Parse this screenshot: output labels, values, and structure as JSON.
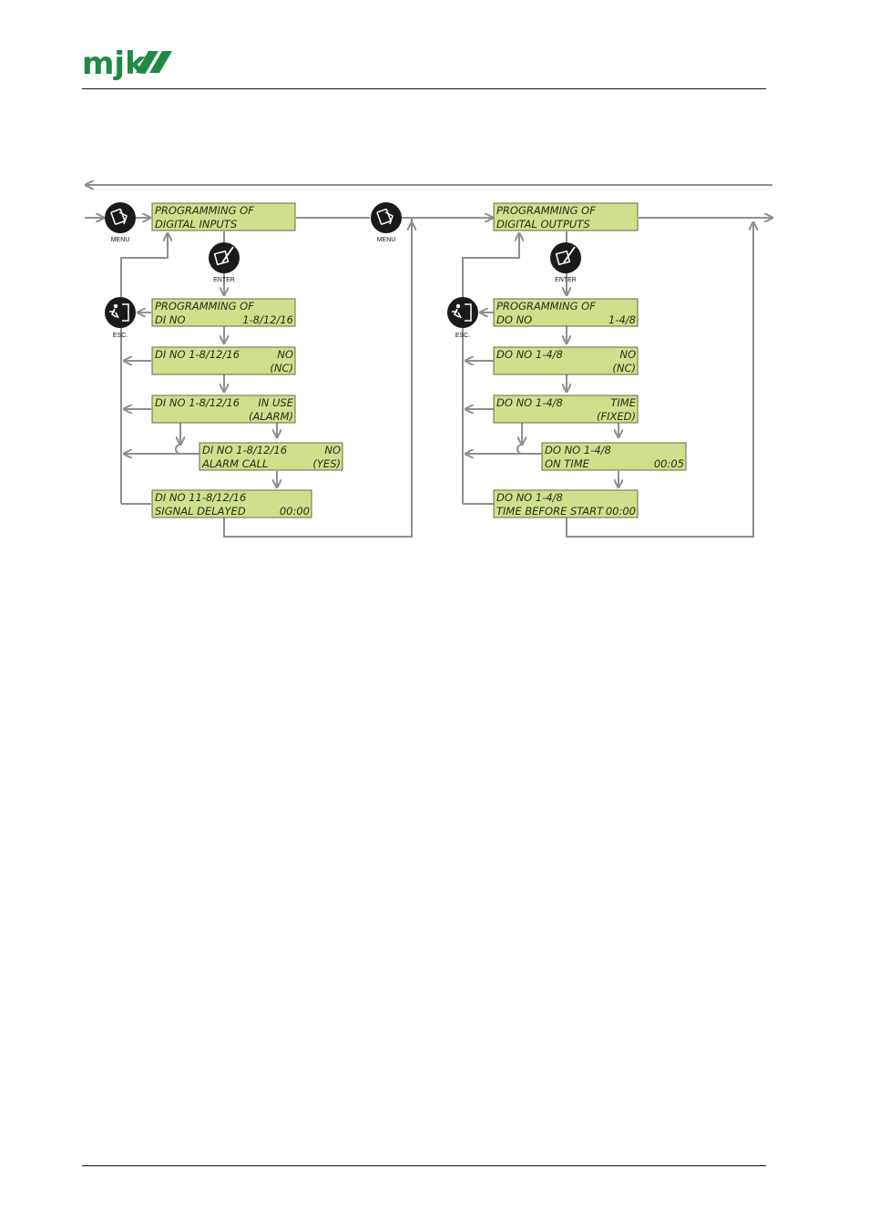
{
  "brand": {
    "logo_text": "mjk"
  },
  "colors": {
    "lcd_fill": "#cfe08c",
    "lcd_border": "#6a6a44",
    "arrow": "#8f8f8f",
    "icon": "#1a1a1a",
    "logo": "#1e8a44"
  },
  "buttons": {
    "menu": "MENU",
    "enter": "ENTER",
    "esc": "ESC."
  },
  "inputs_flow": {
    "screen1": {
      "line1": "PROGRAMMING OF",
      "line2": "DIGITAL INPUTS"
    },
    "screen2": {
      "line1": "PROGRAMMING OF",
      "line2_left": "DI NO",
      "line2_right": "1-8/12/16"
    },
    "screen3": {
      "line1_left": "DI NO 1-8/12/16",
      "line1_right": "NO",
      "line2_right": "(NC)"
    },
    "screen4": {
      "line1_left": "DI NO 1-8/12/16",
      "line1_right": "IN USE",
      "line2_right": "(ALARM)"
    },
    "screen5": {
      "line1_left": "DI NO 1-8/12/16",
      "line1_right": "NO",
      "line2_left": "ALARM CALL",
      "line2_right": "(YES)"
    },
    "screen6": {
      "line1_left": "DI NO 11-8/12/16",
      "line2_left": "SIGNAL DELAYED",
      "line2_right": "00:00"
    }
  },
  "outputs_flow": {
    "screen1": {
      "line1": "PROGRAMMING OF",
      "line2": "DIGITAL OUTPUTS"
    },
    "screen2": {
      "line1": "PROGRAMMING OF",
      "line2_left": "DO NO",
      "line2_right": "1-4/8"
    },
    "screen3": {
      "line1_left": "DO NO 1-4/8",
      "line1_right": "NO",
      "line2_right": "(NC)"
    },
    "screen4": {
      "line1_left": "DO NO 1-4/8",
      "line1_right": "TIME",
      "line2_right": "(FIXED)"
    },
    "screen5": {
      "line1_left": "DO NO 1-4/8",
      "line2_left": "ON TIME",
      "line2_right": "00:05"
    },
    "screen6": {
      "line1_left": "DO NO 1-4/8",
      "line2_left": "TIME BEFORE START",
      "line2_right": "00:00"
    }
  }
}
